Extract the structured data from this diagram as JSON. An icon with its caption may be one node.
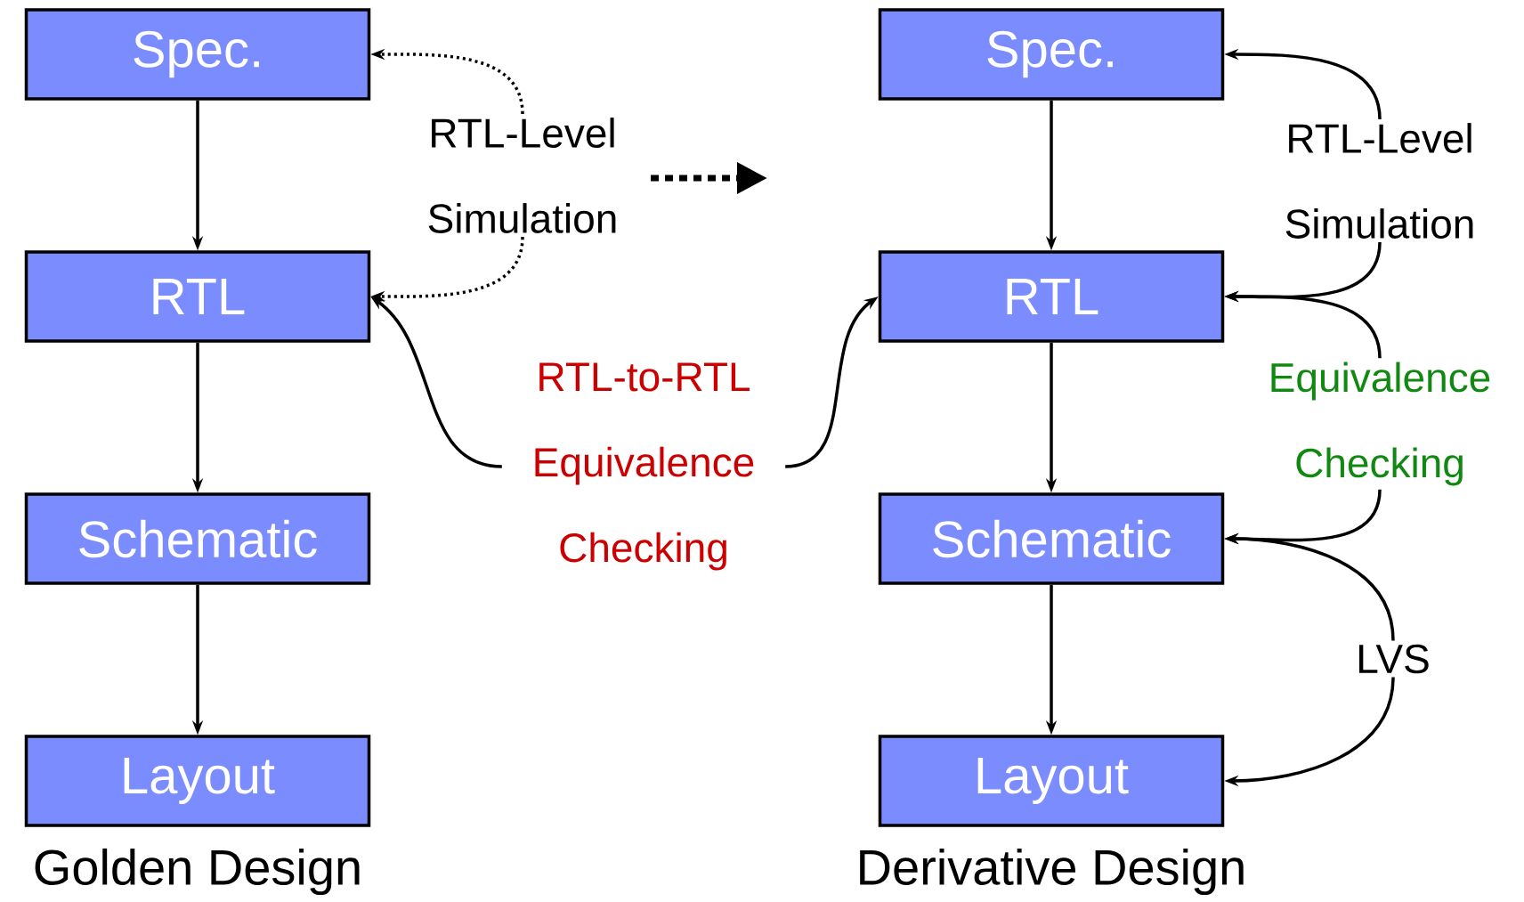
{
  "diagram": {
    "nodes": [
      {
        "text": [
          "Spec."
        ]
      },
      {
        "text": [
          "RTL"
        ]
      },
      {
        "text": [
          "Schematic"
        ]
      },
      {
        "text": [
          "Layout"
        ]
      },
      {
        "text": [
          "Spec."
        ]
      },
      {
        "text": [
          "RTL"
        ]
      },
      {
        "text": [
          "Schematic"
        ]
      },
      {
        "text": [
          "Layout"
        ]
      },
      {
        "text": [
          "RTL-Level Simulation"
        ]
      },
      {
        "text": [
          "RTL-to-RTL Equivalence Checking"
        ]
      },
      {
        "text": [
          "RTL-Level Simulation"
        ]
      },
      {
        "text": [
          "Equivalence Checking"
        ]
      },
      {
        "text": [
          "LVS"
        ]
      }
    ],
    "edges": [
      {
        "from": 0,
        "to": 1,
        "arrow": "to"
      },
      {
        "from": 1,
        "to": 2,
        "arrow": "to"
      },
      {
        "from": 2,
        "to": 3,
        "arrow": "to"
      },
      {
        "from": 4,
        "to": 5,
        "arrow": "to"
      },
      {
        "from": 5,
        "to": 6,
        "arrow": "to"
      },
      {
        "from": 6,
        "to": 7,
        "arrow": "to"
      },
      {
        "from": 8,
        "to": 0,
        "arrow": "to",
        "style": "dashed"
      },
      {
        "from": 8,
        "to": 1,
        "arrow": "to",
        "style": "dashed"
      },
      {
        "from": 9,
        "to": 1,
        "arrow": "to"
      },
      {
        "from": 9,
        "to": 5,
        "arrow": "to"
      },
      {
        "from": 10,
        "to": 4,
        "arrow": "to"
      },
      {
        "from": 10,
        "to": 5,
        "arrow": "to"
      },
      {
        "from": 11,
        "to": 5,
        "arrow": "to"
      },
      {
        "from": 11,
        "to": 6,
        "arrow": "to"
      },
      {
        "from": 12,
        "to": 6,
        "arrow": "to"
      },
      {
        "from": 12,
        "to": 7,
        "arrow": "to"
      }
    ],
    "labels": [
      "Golden Design",
      "Derivative Design"
    ]
  }
}
